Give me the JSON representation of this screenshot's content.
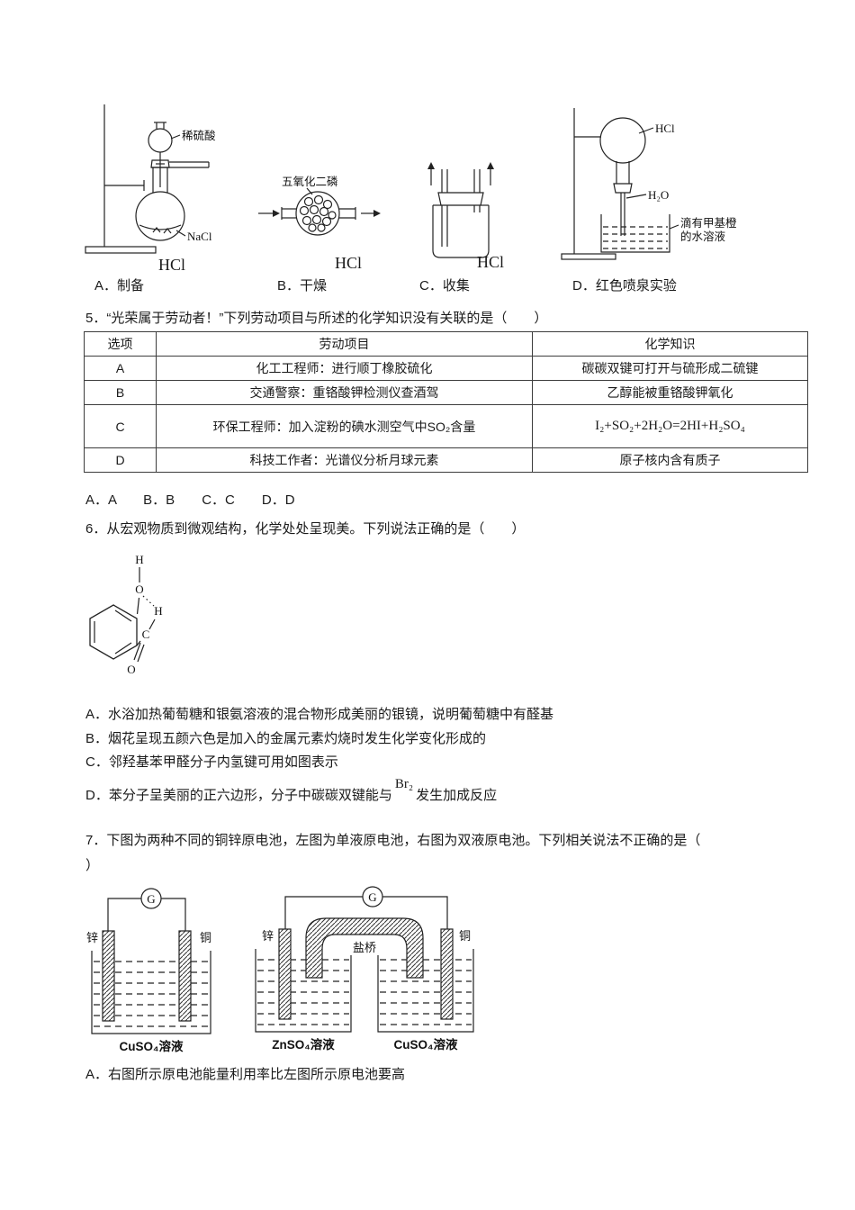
{
  "q4": {
    "fig1": {
      "reagent": "稀硫酸",
      "solid": "NaCl",
      "formula": "HCl",
      "caption": "A．制备"
    },
    "fig2": {
      "reagent": "五氧化二磷",
      "formula": "HCl",
      "caption": "B．干燥"
    },
    "fig3": {
      "formula": "HCl",
      "caption": "C．收集"
    },
    "fig4": {
      "gas": "HCl",
      "water": "H₂O",
      "solution_line1": "滴有甲基橙",
      "solution_line2": "的水溶液",
      "caption": "D．红色喷泉实验"
    }
  },
  "q5": {
    "stem": "5．“光荣属于劳动者！”下列劳动项目与所述的化学知识没有关联的是（　　）",
    "table": {
      "headers": [
        "选项",
        "劳动项目",
        "化学知识"
      ],
      "rows": [
        {
          "option": "A",
          "project": "化工工程师：进行顺丁橡胶硫化",
          "knowledge": "碳碳双键可打开与硫形成二硫键"
        },
        {
          "option": "B",
          "project": "交通警察：重铬酸钾检测仪查酒驾",
          "knowledge": "乙醇能被重铬酸钾氧化"
        },
        {
          "option": "C",
          "project": "环保工程师：加入淀粉的碘水测空气中SO₂含量",
          "knowledge": "I₂+SO₂+2H₂O=2HI+H₂SO₄"
        },
        {
          "option": "D",
          "project": "科技工作者：光谱仪分析月球元素",
          "knowledge": "原子核内含有质子"
        }
      ]
    },
    "answer_line": "A．A　　B．B　　C．C　　D．D"
  },
  "q6": {
    "stem": "6．从宏观物质到微观结构，化学处处呈现美。下列说法正确的是（　　）",
    "structure": {
      "atom_h_top": "H",
      "atom_o_top": "O",
      "atom_h_mid": "H",
      "atom_c": "C",
      "atom_o_bottom": "O"
    },
    "options": {
      "a": "A．水浴加热葡萄糖和银氨溶液的混合物形成美丽的银镜，说明葡萄糖中有醛基",
      "b": "B．烟花呈现五颜六色是加入的金属元素灼烧时发生化学变化形成的",
      "c": "C．邻羟基苯甲醛分子内氢键可用如图表示",
      "d_before": "D．苯分子呈美丽的正六边形，分子中碳碳双键能与",
      "d_formula": "Br₂",
      "d_after": "发生加成反应"
    }
  },
  "q7": {
    "stem_line1": "7．下图为两种不同的铜锌原电池，左图为单液原电池，右图为双液原电池。下列相关说法不正确的是（",
    "stem_line2": "）",
    "left_cell": {
      "meter": "G",
      "zinc": "锌",
      "copper": "铜",
      "solution": "CuSO₄溶液"
    },
    "right_cell": {
      "meter": "G",
      "zinc": "锌",
      "copper": "铜",
      "bridge": "盐桥",
      "left_solution": "ZnSO₄溶液",
      "right_solution": "CuSO₄溶液"
    },
    "option_a": "A．右图所示原电池能量利用率比左图所示原电池要高"
  }
}
